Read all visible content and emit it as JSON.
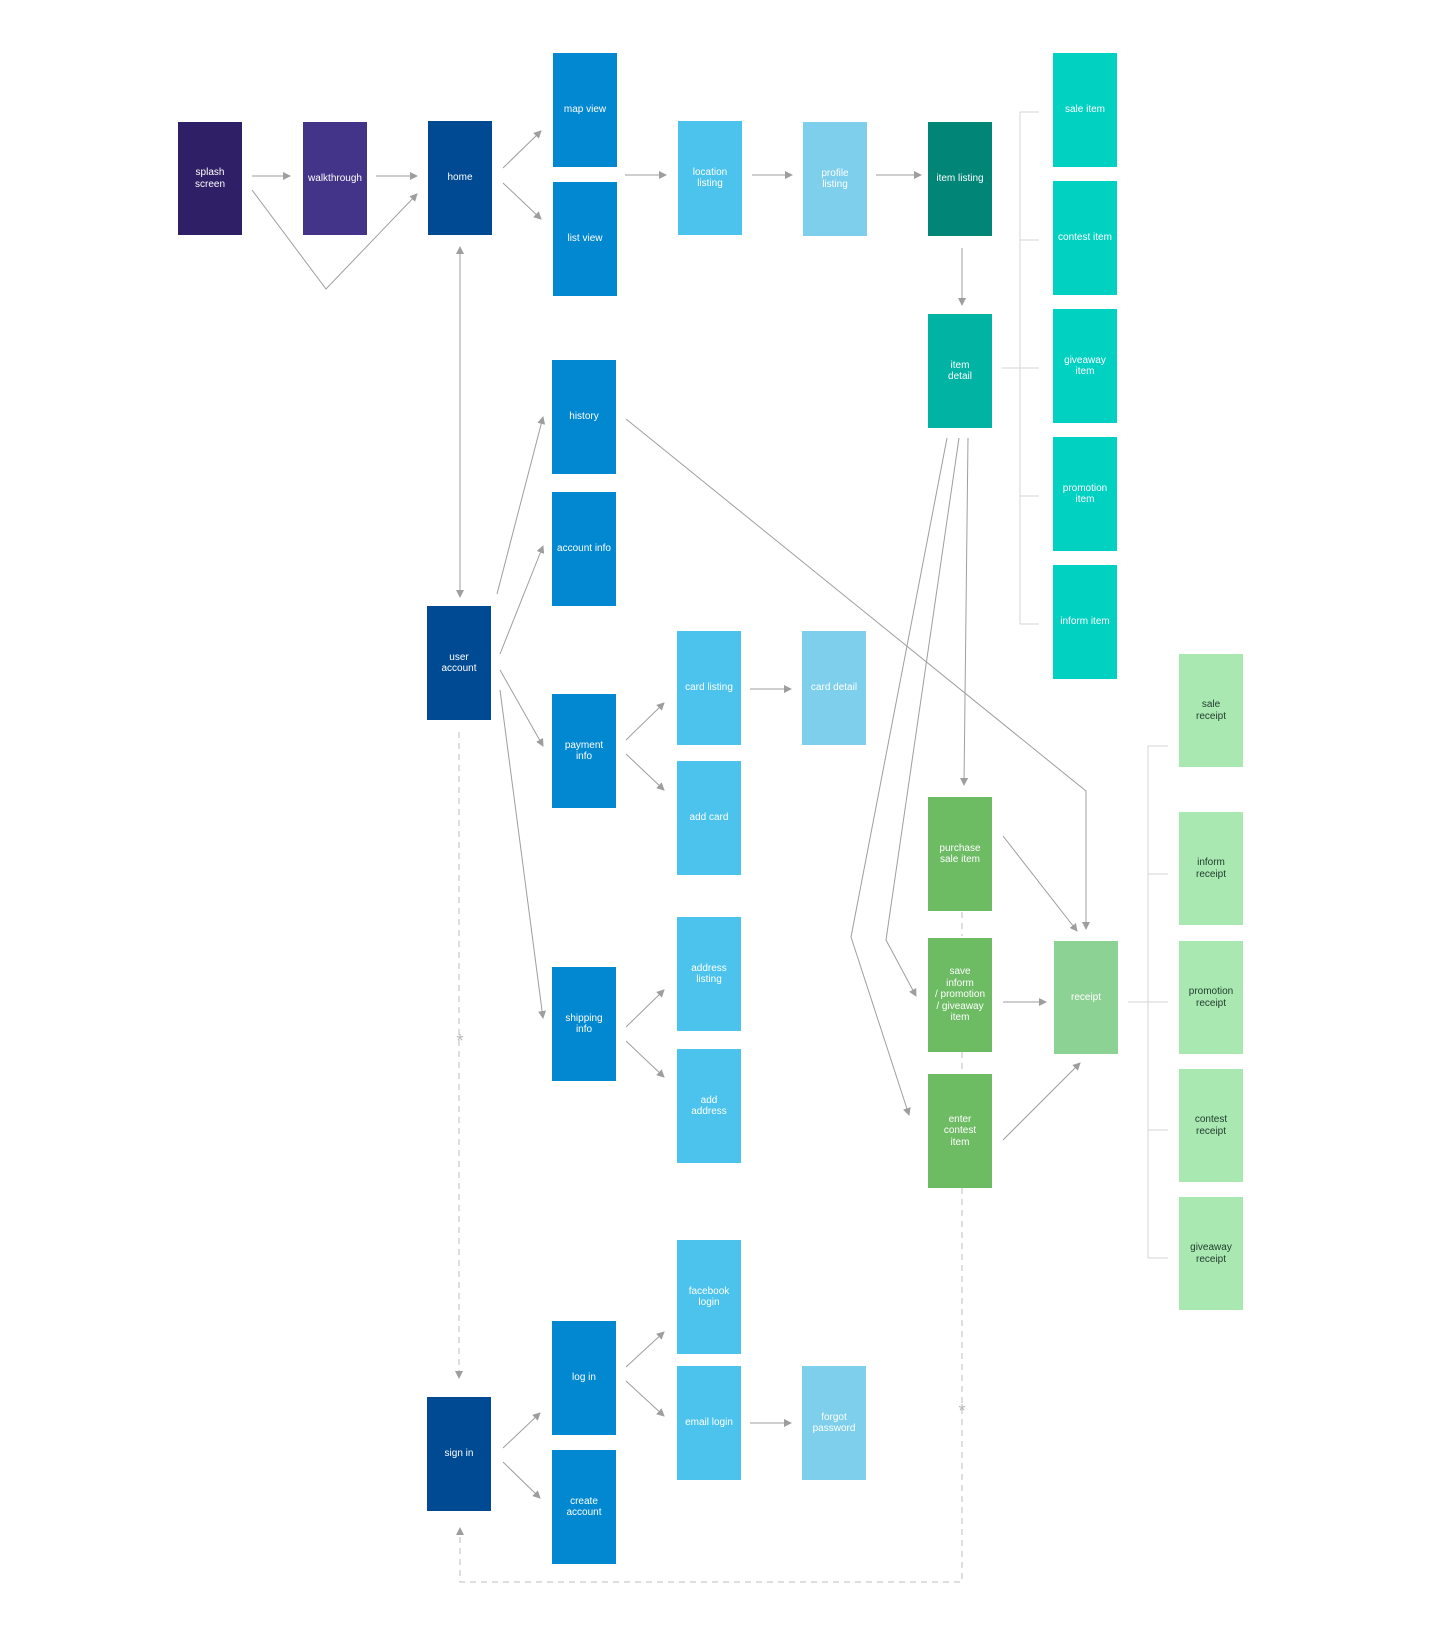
{
  "colors": {
    "splash": "#2e1f66",
    "walkthrough": "#433389",
    "navy": "#004a93",
    "blue": "#0188d1",
    "sky": "#4bc3ec",
    "pale_sky": "#7ecfeb",
    "deep_teal": "#008577",
    "teal": "#00b3a3",
    "aqua": "#00d1c1",
    "green": "#6dbb63",
    "mid_green": "#8dd295",
    "pale_green": "#a9e8b1",
    "arrow": "#9e9e9e",
    "dashed": "#bdbdbd",
    "bracket": "#d6d6d6"
  },
  "nodes": {
    "splash_screen": "splash\nscreen",
    "walkthrough": "walkthrough",
    "home": "home",
    "map_view": "map view",
    "list_view": "list view",
    "location_listing": "location\nlisting",
    "profile_listing": "profile\nlisting",
    "item_listing": "item listing",
    "item_detail": "item\ndetail",
    "sale_item": "sale item",
    "contest_item": "contest item",
    "giveaway_item": "giveaway\nitem",
    "promotion_item": "promotion\nitem",
    "inform_item": "inform item",
    "history": "history",
    "account_info": "account info",
    "user_account": "user account",
    "payment_info": "payment info",
    "card_listing": "card listing",
    "card_detail": "card detail",
    "add_card": "add card",
    "shipping_info": "shipping info",
    "address_listing": "address\nlisting",
    "add_address": "add\naddress",
    "purchase_sale_item": "purchase\nsale item",
    "save_item": "save\ninform\n/ promotion\n/ giveaway\nitem",
    "enter_contest_item": "enter\ncontest\nitem",
    "receipt": "receipt",
    "sale_receipt": "sale\nreceipt",
    "inform_receipt": "inform\nreceipt",
    "promotion_receipt": "promotion\nreceipt",
    "contest_receipt": "contest\nreceipt",
    "giveaway_receipt": "giveaway\nreceipt",
    "sign_in": "sign in",
    "log_in": "log in",
    "create_account": "create\naccount",
    "facebook_login": "facebook\nlogin",
    "email_login": "email login",
    "forgot_password": "forgot\npassword"
  },
  "auth_marker": "*"
}
